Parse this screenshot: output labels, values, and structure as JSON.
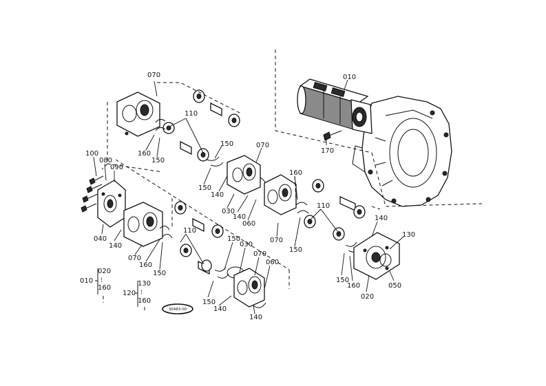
{
  "callouts": {
    "c010": "010",
    "c170": "170",
    "c070a": "070",
    "c110a": "110",
    "c160a": "160",
    "c150a": "150",
    "c150b": "150",
    "c070b": "070",
    "c150c": "150",
    "c140a": "140",
    "c030a": "030",
    "c140b": "140",
    "c060a": "060",
    "c070c": "070",
    "c160b": "160",
    "c150d": "150",
    "c100": "100",
    "c080": "080",
    "c090": "090",
    "c040": "040",
    "c140c": "140",
    "c070d": "070",
    "c160c": "160",
    "c150e": "150",
    "c110b": "110",
    "c150f": "150",
    "c030b": "030",
    "c070e": "070",
    "c060b": "060",
    "c150g": "150",
    "c140d": "140",
    "c140e": "140",
    "c110c": "110",
    "c140f": "140",
    "c130": "130",
    "c150h": "150",
    "c160d": "160",
    "c020": "020",
    "c050": "050"
  },
  "assembly_legend": [
    {
      "parent": "010",
      "first": "020",
      "last": "160"
    },
    {
      "parent": "120",
      "first": "130",
      "last": "160"
    }
  ],
  "drawing_code": "30483-00"
}
